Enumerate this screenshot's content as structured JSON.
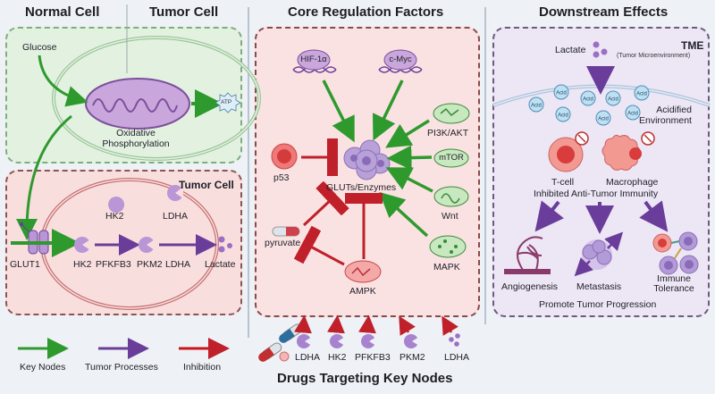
{
  "headers": {
    "normal_cell": "Normal Cell",
    "tumor_cell": "Tumor Cell",
    "core_regulation": "Core Regulation Factors",
    "downstream": "Downstream Effects",
    "drugs": "Drugs Targeting Key Nodes"
  },
  "normal_panel": {
    "glucose": "Glucose",
    "oxphos_line1": "Oxidative",
    "oxphos_line2": "Phosphorylation",
    "atp": "ATP"
  },
  "tumor_panel": {
    "title": "Tumor Cell",
    "glut1": "GLUT1",
    "hk2_top": "HK2",
    "ldha_top": "LDHA",
    "pathway": [
      "HK2",
      "PFKFB3",
      "PKM2",
      "LDHA"
    ],
    "lactate": "Lactate"
  },
  "core_panel": {
    "hif1a": "HIF-1α",
    "cmyc": "c-Myc",
    "pi3k": "PI3K/AKT",
    "mtor": "mTOR",
    "wnt": "Wnt",
    "mapk": "MAPK",
    "p53": "p53",
    "center": "GLUTs/Enzymes",
    "pyruvate": "pyruvate",
    "ampk": "AMPK"
  },
  "downstream_panel": {
    "lactate": "Lactate",
    "tme": "TME",
    "tme_full": "(Tumor Microenvironment)",
    "acid": "Acid",
    "acidified_line1": "Acidified",
    "acidified_line2": "Environment",
    "tcell": "T-cell",
    "macrophage": "Macrophage",
    "inhibited": "Inhibited Anti-Tumor Immunity",
    "angiogenesis": "Angiogenesis",
    "metastasis": "Metastasis",
    "immune_line1": "Immune",
    "immune_line2": "Tolerance",
    "promote": "Promote Tumor Progression"
  },
  "legend": [
    {
      "label": "Key Nodes",
      "color": "#2e9a2e"
    },
    {
      "label": "Tumor Processes",
      "color": "#6a3d9a"
    },
    {
      "label": "Inhibition",
      "color": "#c8161d"
    }
  ],
  "drug_targets": [
    "LDHA",
    "HK2",
    "PFKFB3",
    "PKM2",
    "LDHA"
  ],
  "colors": {
    "green": "#2e9a2e",
    "purple": "#6a3d9a",
    "red": "#c0202a",
    "normal_bg": "#e3f1e1",
    "tumor_bg": "#f9dede",
    "tme_bg": "#ece6f5"
  }
}
